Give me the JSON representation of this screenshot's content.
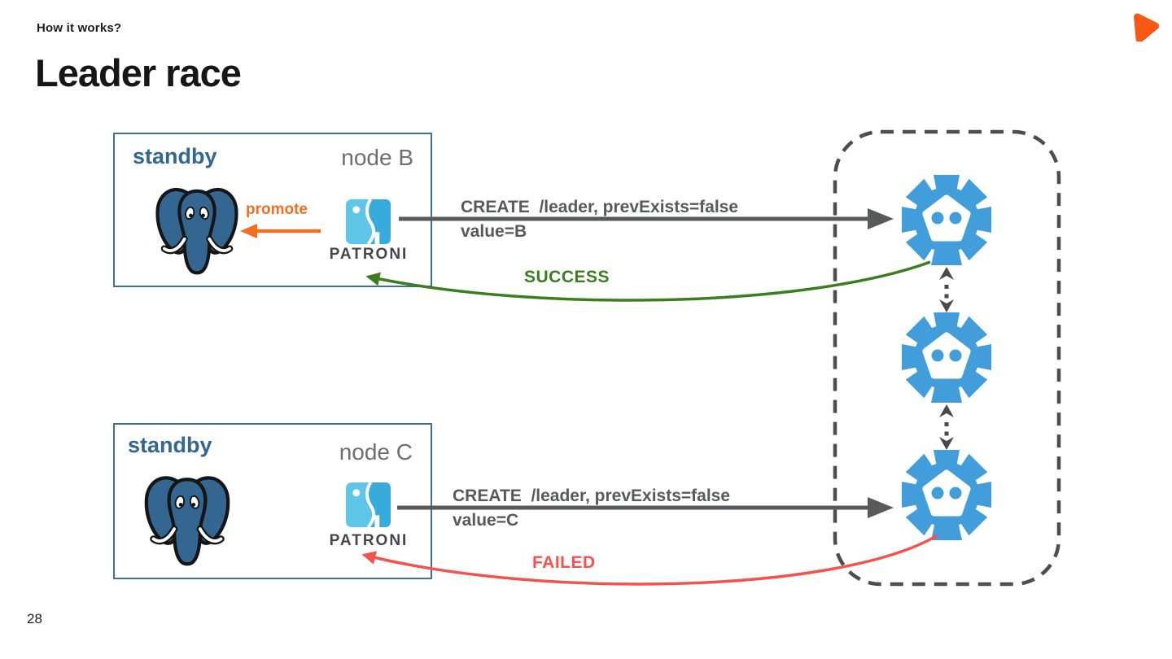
{
  "slide": {
    "eyebrow": "How it works?",
    "title": "Leader race",
    "page_number": "28"
  },
  "node_b": {
    "role_label": "standby",
    "name_label": "node B",
    "promote_label": "promote",
    "patroni_label": "PATRONI",
    "request_line1": "CREATE  /leader, prevExists=false",
    "request_line2": "value=B",
    "response_label": "SUCCESS"
  },
  "node_c": {
    "role_label": "standby",
    "name_label": "node C",
    "patroni_label": "PATRONI",
    "request_line1": "CREATE  /leader, prevExists=false",
    "request_line2": "value=C",
    "response_label": "FAILED"
  },
  "dcs_cluster": {
    "icon": "etcd-node-icon",
    "node_count": 3
  },
  "colors": {
    "postgres_blue": "#336791",
    "etcd_blue": "#419eda",
    "success_green": "#3b7e1f",
    "failed_red": "#f4524e",
    "promote_orange": "#f26f21",
    "request_gray": "#58595b",
    "node_name_gray": "#6d6e71",
    "node_box_border": "#3d6e9e",
    "dcs_dash_gray": "#4d4d4d",
    "brand_orange": "#f85714",
    "patroni_light_blue": "#5fc6ea",
    "patroni_dark_blue": "#36abdc"
  }
}
